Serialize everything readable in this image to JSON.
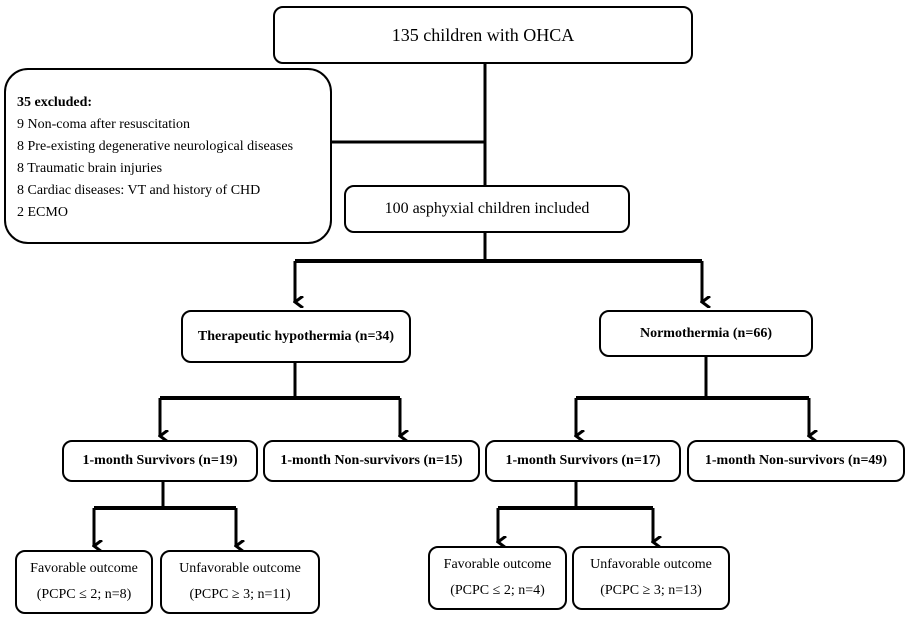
{
  "top": {
    "label": "135 children with OHCA"
  },
  "excluded": {
    "header": "35 excluded:",
    "items": [
      "9 Non-coma after resuscitation",
      "8 Pre-existing degenerative neurological diseases",
      "8 Traumatic brain injuries",
      "8 Cardiac diseases: VT and history of CHD",
      "2 ECMO"
    ]
  },
  "included": {
    "label": "100 asphyxial children included"
  },
  "hypothermia": {
    "label": "Therapeutic hypothermia (n=34)",
    "survivors": "1-month Survivors (n=19)",
    "non_survivors": "1-month Non-survivors (n=15)",
    "favorable": {
      "line1": "Favorable outcome",
      "line2": "(PCPC ≤ 2; n=8)"
    },
    "unfavorable": {
      "line1": "Unfavorable outcome",
      "line2": "(PCPC ≥ 3; n=11)"
    }
  },
  "normothermia": {
    "label": "Normothermia (n=66)",
    "survivors": "1-month Survivors (n=17)",
    "non_survivors": "1-month Non-survivors (n=49)",
    "favorable": {
      "line1": "Favorable outcome",
      "line2": "(PCPC ≤ 2; n=4)"
    },
    "unfavorable": {
      "line1": "Unfavorable outcome",
      "line2": "(PCPC ≥ 3; n=13)"
    }
  }
}
